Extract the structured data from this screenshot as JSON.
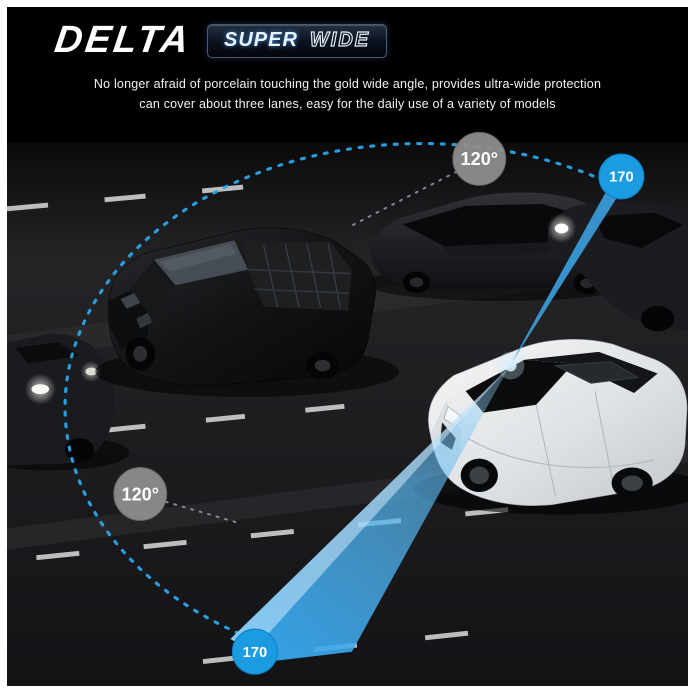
{
  "header": {
    "brand": "DELTA",
    "badge": {
      "super": "SUPER",
      "wide": "WIDE"
    },
    "tagline_line1": "No longer afraid of porcelain touching the gold wide angle, provides ultra-wide protection",
    "tagline_line2": "can cover about three lanes, easy for the daily use of a variety of models"
  },
  "diagram": {
    "angle_badges": [
      {
        "id": "narrow-top",
        "label": "120°",
        "style": "gray"
      },
      {
        "id": "wide-top-right",
        "label": "170",
        "style": "blue"
      },
      {
        "id": "narrow-left",
        "label": "120°",
        "style": "gray"
      },
      {
        "id": "wide-bottom",
        "label": "170",
        "style": "blue"
      }
    ],
    "colors": {
      "accent_blue": "#1e9fe4",
      "beam_blue": "#3aa6e8",
      "badge_gray": "#8f8f8f"
    }
  }
}
